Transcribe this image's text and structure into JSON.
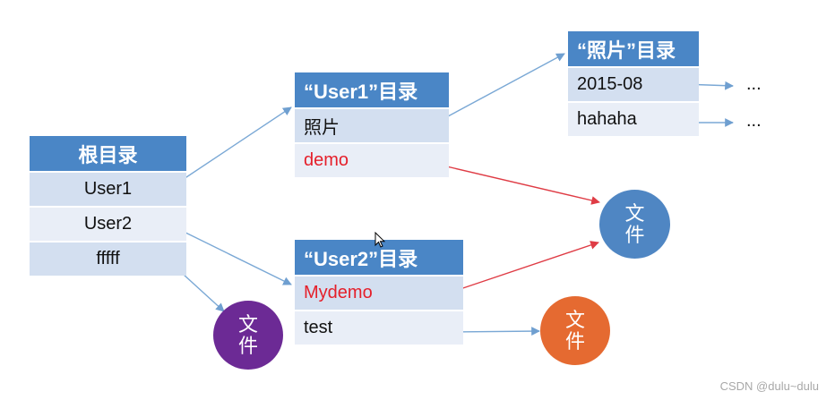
{
  "root_directory": {
    "title": "根目录",
    "rows": [
      "User1",
      "User2",
      "fffff"
    ]
  },
  "user1_directory": {
    "title": "“User1”目录",
    "rows": [
      "照片",
      "demo"
    ]
  },
  "photo_directory": {
    "title": "“照片”目录",
    "rows": [
      "2015-08",
      "hahaha"
    ]
  },
  "user2_directory": {
    "title": "“User2”目录",
    "rows": [
      "Mydemo",
      "test"
    ]
  },
  "file_label": "文件",
  "ellipsis": "...",
  "watermark": "CSDN @dulu~dulu",
  "colors": {
    "header_blue": "#4a86c6",
    "row_blue": "#d3dff0",
    "row_light": "#e9eef7",
    "highlight_red": "#e51f2a",
    "file_blue": "#4f86c3",
    "file_purple": "#6c2a95",
    "file_orange": "#e56a31"
  }
}
